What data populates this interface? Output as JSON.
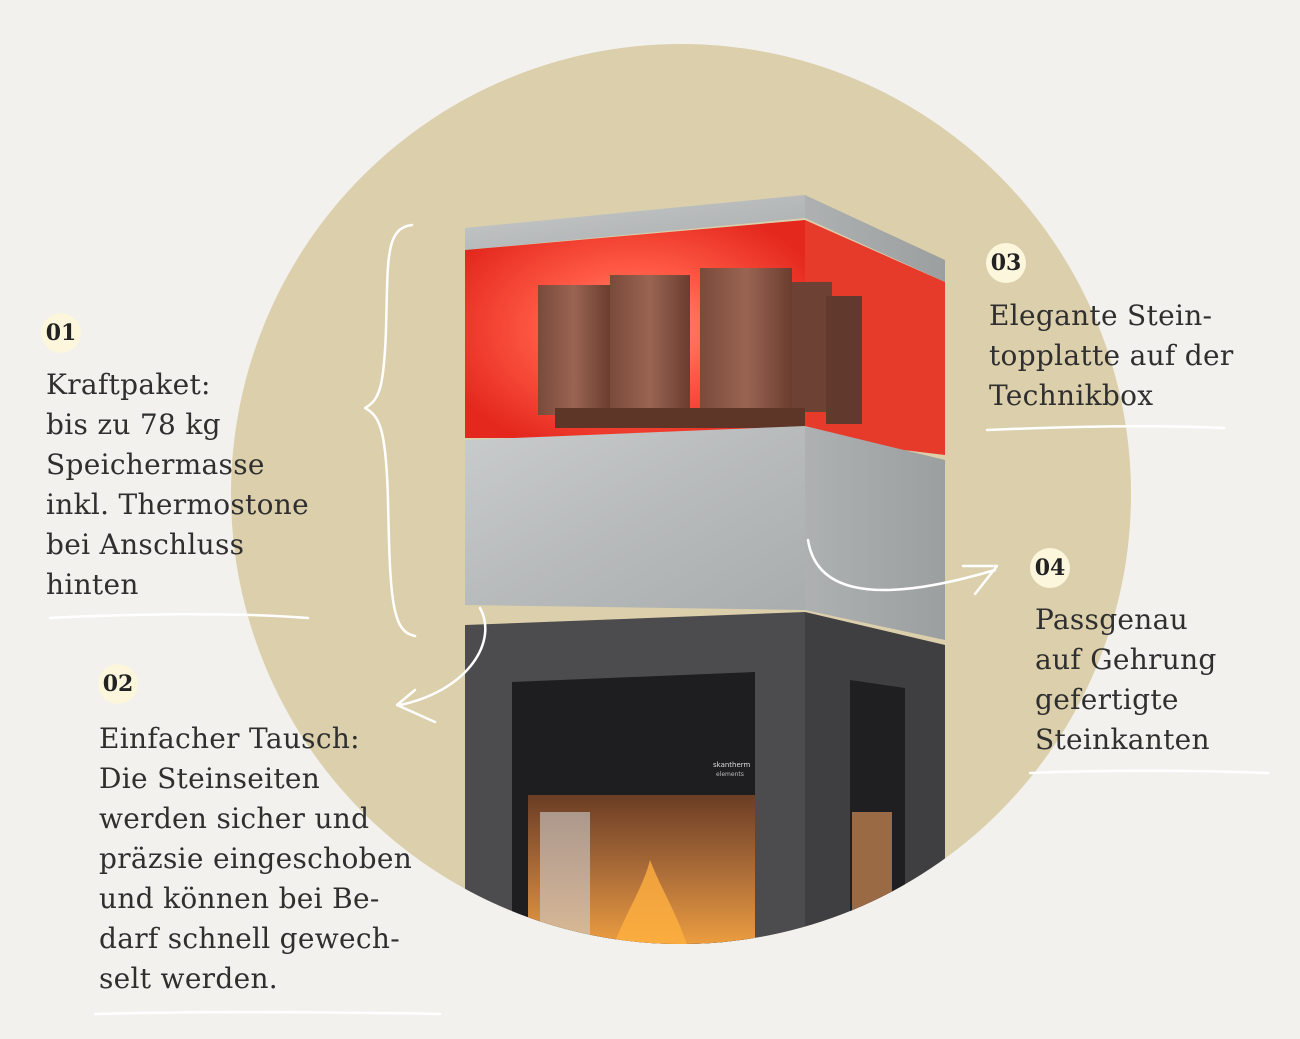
{
  "callouts": {
    "c01": {
      "number": "01",
      "text": "Kraftpaket:\nbis zu 78 kg\nSpeichermasse\ninkl. Thermostone\nbei Anschluss\nhinten"
    },
    "c02": {
      "number": "02",
      "text": "Einfacher Tausch:\nDie Steinseiten\nwerden sicher und\npräzsie eingeschoben\nund können bei Be-\ndarf schnell gewech-\nselt werden."
    },
    "c03": {
      "number": "03",
      "text": "Elegante Stein-\ntopplatte auf der\nTechnikbox"
    },
    "c04": {
      "number": "04",
      "text": "Passgenau\nauf Gehrung\ngefertigte\nSteinkanten"
    }
  },
  "stove_brand": {
    "line1": "skantherm",
    "line2": "elements"
  },
  "colors": {
    "background": "#f2f1ee",
    "circle": "#dccfab",
    "badge": "#fbf6dc",
    "heat_red": "#e8372a",
    "stone_grey": "#b9bcbc",
    "steel": "#4a4a4c",
    "annotation_line": "#ffffff"
  }
}
